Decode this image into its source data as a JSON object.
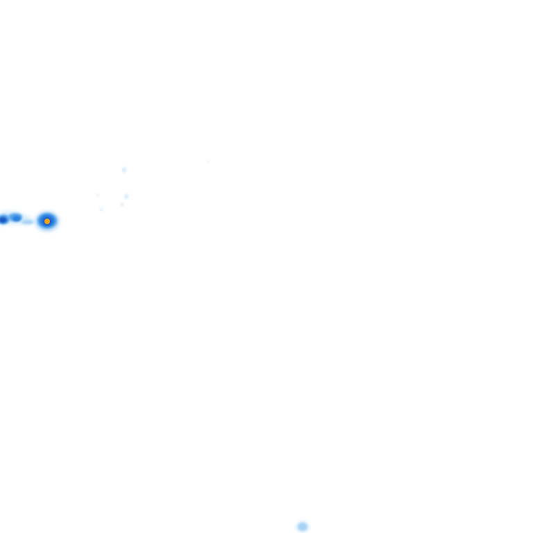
{
  "map": {
    "layer": "precipitation-radar-tile",
    "legend_colors": {
      "very-light": "#d6ecfb",
      "light": "#a9d2f5",
      "moderate": "#5aa6ec",
      "medium": "#2b7fe0",
      "heavy": "#1457c4",
      "intense-core": "#f0a21c"
    },
    "echoes": [
      {
        "id": "cell-main",
        "intensity": "intense-core"
      },
      {
        "id": "band-west",
        "intensity": "medium"
      },
      {
        "id": "band-west-tip",
        "intensity": "heavy"
      },
      {
        "id": "speckle-north",
        "intensity": "very-light"
      },
      {
        "id": "speckle-mid",
        "intensity": "very-light"
      },
      {
        "id": "cell-south",
        "intensity": "light"
      }
    ]
  }
}
